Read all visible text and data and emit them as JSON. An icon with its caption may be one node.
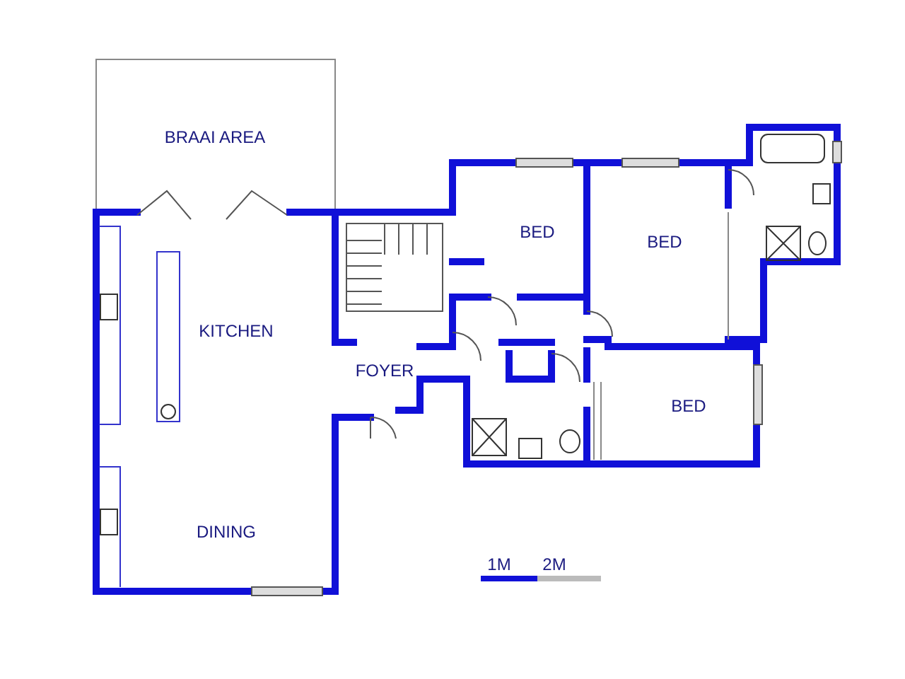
{
  "diagram": {
    "nodes": [
      {
        "text": [
          "BRAAI AREA"
        ]
      },
      {
        "text": [
          "BED"
        ]
      },
      {
        "text": [
          "BED"
        ]
      },
      {
        "text": [
          "KITCHEN"
        ]
      },
      {
        "text": [
          "FOYER"
        ]
      },
      {
        "text": [
          "BED"
        ]
      },
      {
        "text": [
          "DINING"
        ]
      }
    ],
    "labels": [
      "1M",
      "2M"
    ]
  }
}
